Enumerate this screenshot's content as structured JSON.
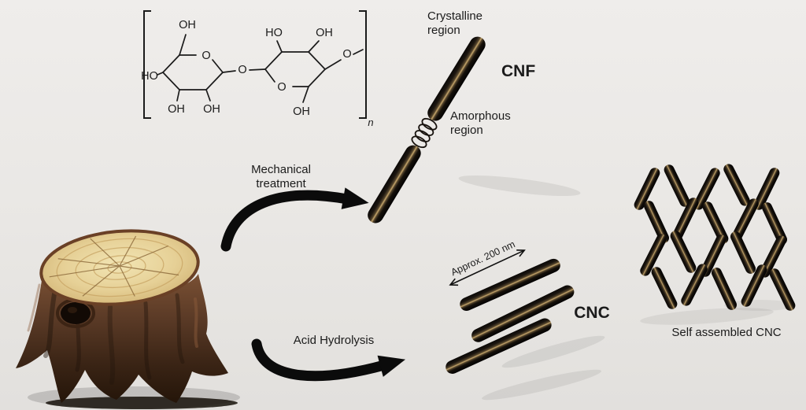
{
  "colors": {
    "background": "#e9e7e4",
    "rod_dark": "#17130f",
    "rod_highlight": "#c9a96e",
    "arrow": "#0b0b0b",
    "text": "#1b1b1b"
  },
  "molecule": {
    "atoms": {
      "a1": "OH",
      "a2": "HO",
      "a3": "OH",
      "a4": "OH",
      "a5": "O",
      "a6": "O",
      "a7": "HO",
      "a8": "OH",
      "a9": "O",
      "a10": "OH",
      "a11": "O",
      "n": "n"
    }
  },
  "cnf": {
    "crystalline_line1": "Crystalline",
    "crystalline_line2": "region",
    "label": "CNF",
    "amorphous_line1": "Amorphous",
    "amorphous_line2": "region"
  },
  "processes": {
    "mechanical_line1": "Mechanical",
    "mechanical_line2": "treatment",
    "acid_hydrolysis": "Acid Hydrolysis"
  },
  "cnc": {
    "label": "CNC",
    "scale_annotation": "Approx. 200 nm",
    "self_assembled": "Self assembled CNC"
  }
}
